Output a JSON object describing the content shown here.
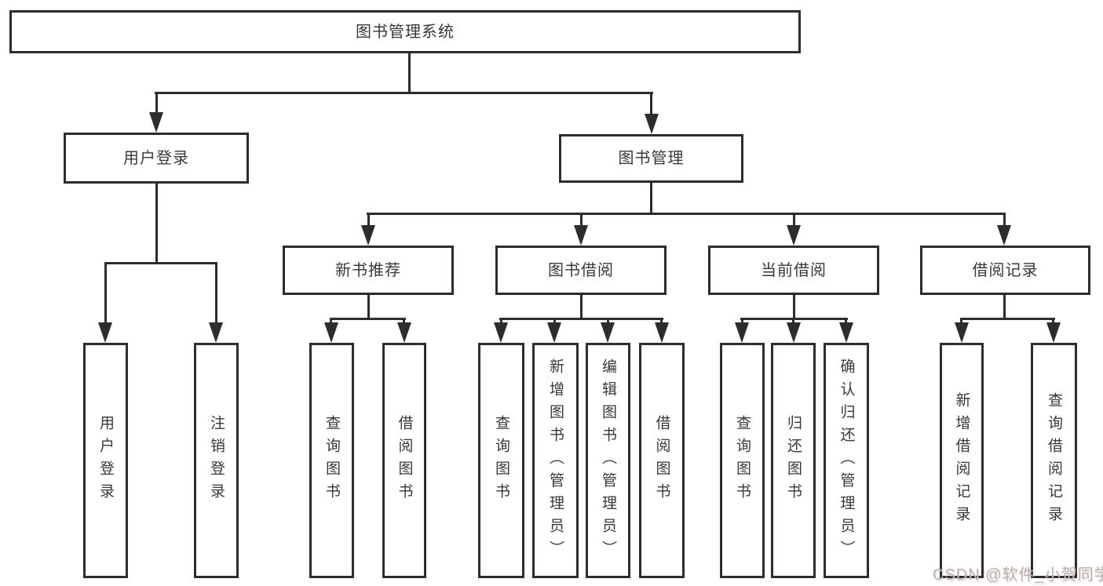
{
  "tree": {
    "root": "图书管理系统",
    "branches": [
      {
        "label": "用户登录",
        "children": [
          "用户登录",
          "注销登录"
        ]
      },
      {
        "label": "图书管理",
        "children": [
          {
            "label": "新书推荐",
            "children": [
              "查询图书",
              "借阅图书"
            ]
          },
          {
            "label": "图书借阅",
            "children": [
              "查询图书",
              "新增图书（管理员）",
              "编辑图书（管理员）",
              "借阅图书"
            ]
          },
          {
            "label": "当前借阅",
            "children": [
              "查询图书",
              "归还图书",
              "确认归还（管理员）"
            ]
          },
          {
            "label": "借阅记录",
            "children": [
              "新增借阅记录",
              "查询借阅记录"
            ]
          }
        ]
      }
    ]
  },
  "watermark": {
    "text": "CSDN @软件_小贺同学"
  },
  "icons": {
    "arrowhead": "filled-down-triangle"
  },
  "colors": {
    "line": "#2d2d2d",
    "box_border": "#2d2d2d",
    "box_fill": "#ffffff",
    "text": "#383838",
    "watermark": "#b6b2b2",
    "background": "#ffffff"
  }
}
